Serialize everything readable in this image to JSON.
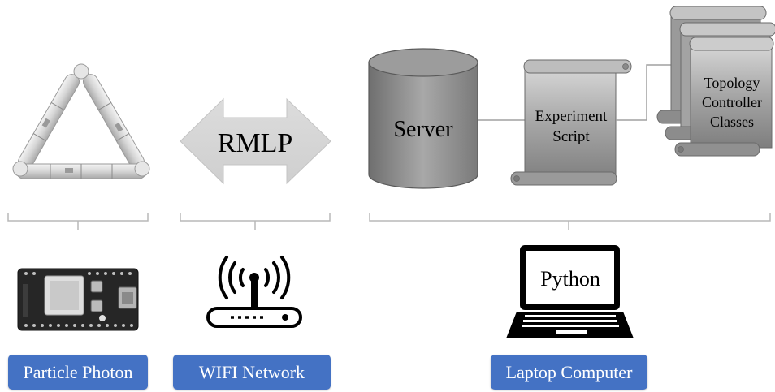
{
  "protocol": {
    "label": "RMLP"
  },
  "server": {
    "label": "Server"
  },
  "script": {
    "line1": "Experiment",
    "line2": "Script"
  },
  "classes": {
    "line1": "Topology",
    "line2": "Controller",
    "line3": "Classes"
  },
  "laptop": {
    "screen_text": "Python"
  },
  "labels": {
    "photon": "Particle Photon",
    "wifi": "WIFI Network",
    "laptop": "Laptop Computer"
  },
  "colors": {
    "pill_blue": "#4472c4",
    "gray_dark": "#808080",
    "gray_light": "#d0d0d0",
    "bracket": "#b8b8b8"
  },
  "icons": [
    "robot-triangle-icon",
    "particle-photon-board-icon",
    "wifi-router-icon",
    "laptop-icon"
  ]
}
